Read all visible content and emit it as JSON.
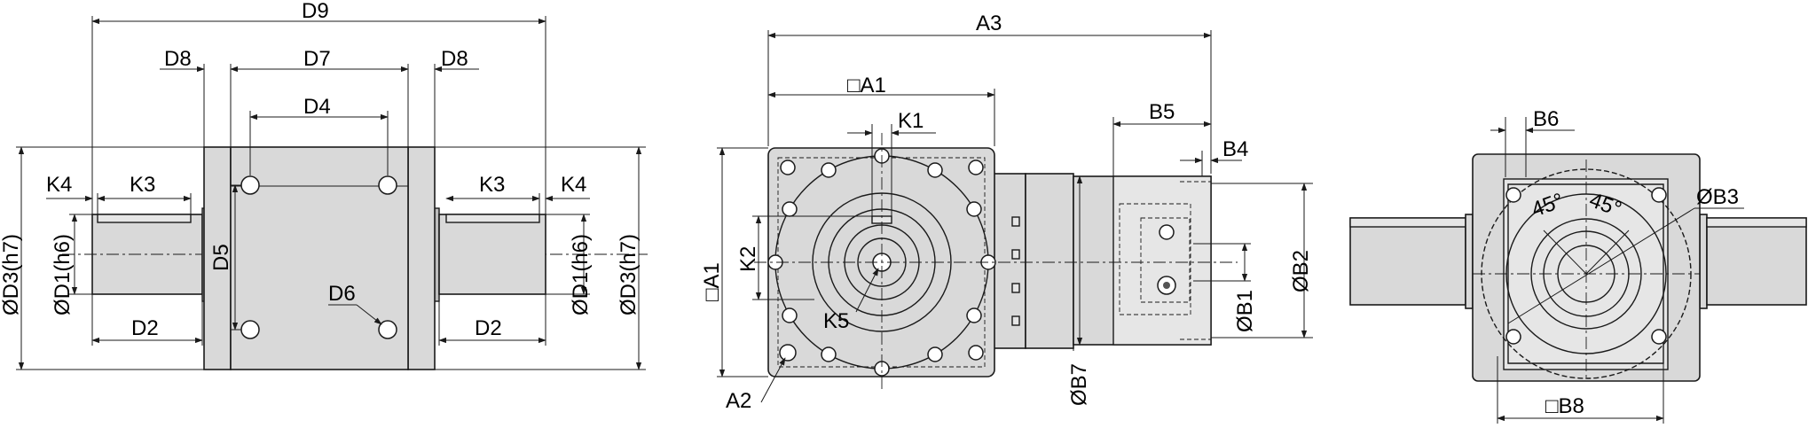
{
  "labels": {
    "d9": "D9",
    "d8_left": "D8",
    "d7": "D7",
    "d8_right": "D8",
    "d4": "D4",
    "k4_left": "K4",
    "k3_left": "K3",
    "k3_right": "K3",
    "k4_right": "K4",
    "d3_left": "ØD3(h7)",
    "d1_left": "ØD1(h6)",
    "d5": "D5",
    "d6": "D6",
    "d1_right": "ØD1(h6)",
    "d3_right": "ØD3(h7)",
    "d2_left": "D2",
    "d2_right": "D2",
    "a3": "A3",
    "a1_top": "□A1",
    "k1": "K1",
    "b5": "B5",
    "b4": "B4",
    "a1_side": "□A1",
    "k2": "K2",
    "k5": "K5",
    "a2": "A2",
    "b7": "ØB7",
    "b1": "ØB1",
    "b2": "ØB2",
    "b6": "B6",
    "angle_left": "45°",
    "angle_right": "45°",
    "b3": "ØB3",
    "b8": "□B8"
  },
  "colors": {
    "line": "#1a1a1a",
    "fill": "#d9d9d9",
    "background": "#ffffff"
  }
}
